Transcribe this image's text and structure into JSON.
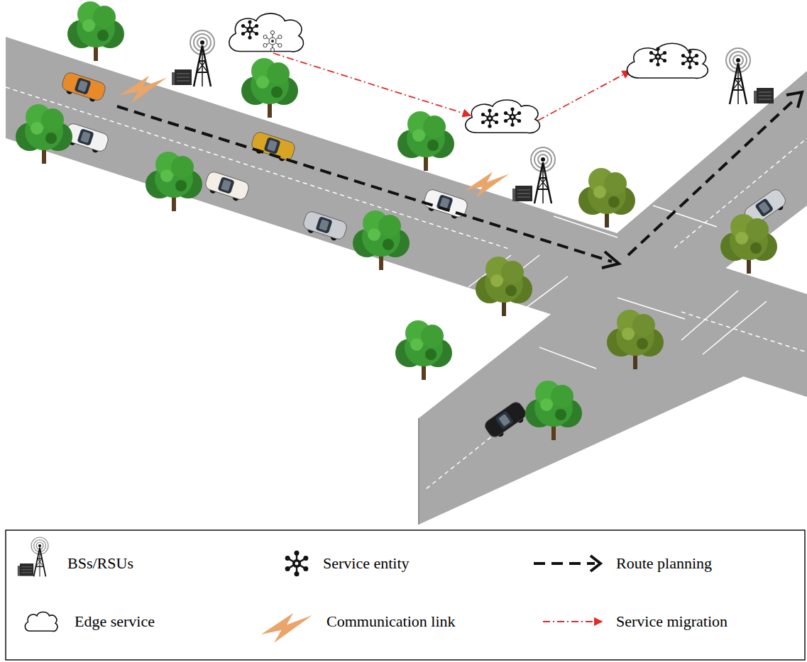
{
  "diagram": {
    "legend": [
      {
        "text": "BSs/RSUs"
      },
      {
        "text": "Service entity"
      },
      {
        "text": "Route planning"
      },
      {
        "text": "Edge service"
      },
      {
        "text": "Communication link"
      },
      {
        "text": "Service migration"
      }
    ]
  }
}
